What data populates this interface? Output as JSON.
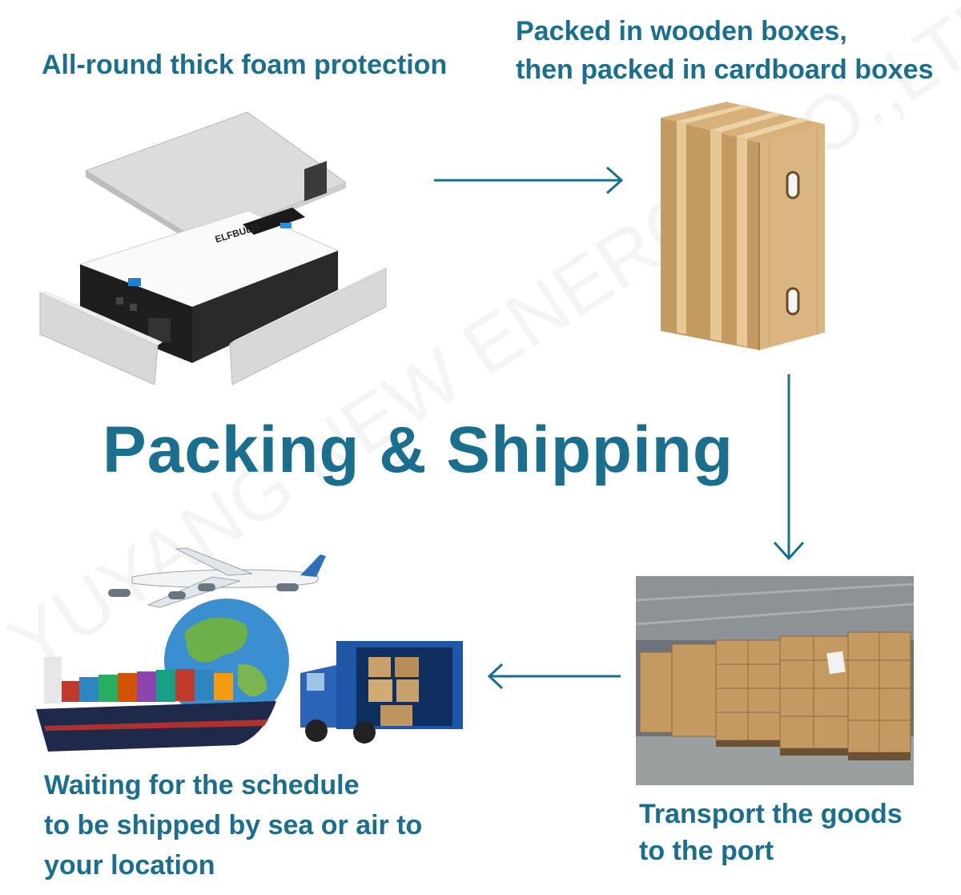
{
  "title": "Packing & Shipping",
  "steps": {
    "foam": {
      "line1": "All-round thick foam protection"
    },
    "boxes": {
      "line1": "Packed in wooden boxes,",
      "line2": "then packed in cardboard boxes"
    },
    "port": {
      "line1": "Transport the goods",
      "line2": "to the port"
    },
    "wait": {
      "line1": "Waiting for the schedule",
      "line2": "to be shipped by sea or air to",
      "line3": "your location"
    }
  },
  "product": {
    "brand_text": "ELFBULB"
  },
  "watermark": "YUYANG NEW ENERGY CO.,LTD",
  "colors": {
    "accent": "#1a6e8e",
    "cardboard": "#c8a06a"
  },
  "icons": [
    "arrow-right-icon",
    "arrow-down-icon",
    "arrow-left-icon"
  ]
}
